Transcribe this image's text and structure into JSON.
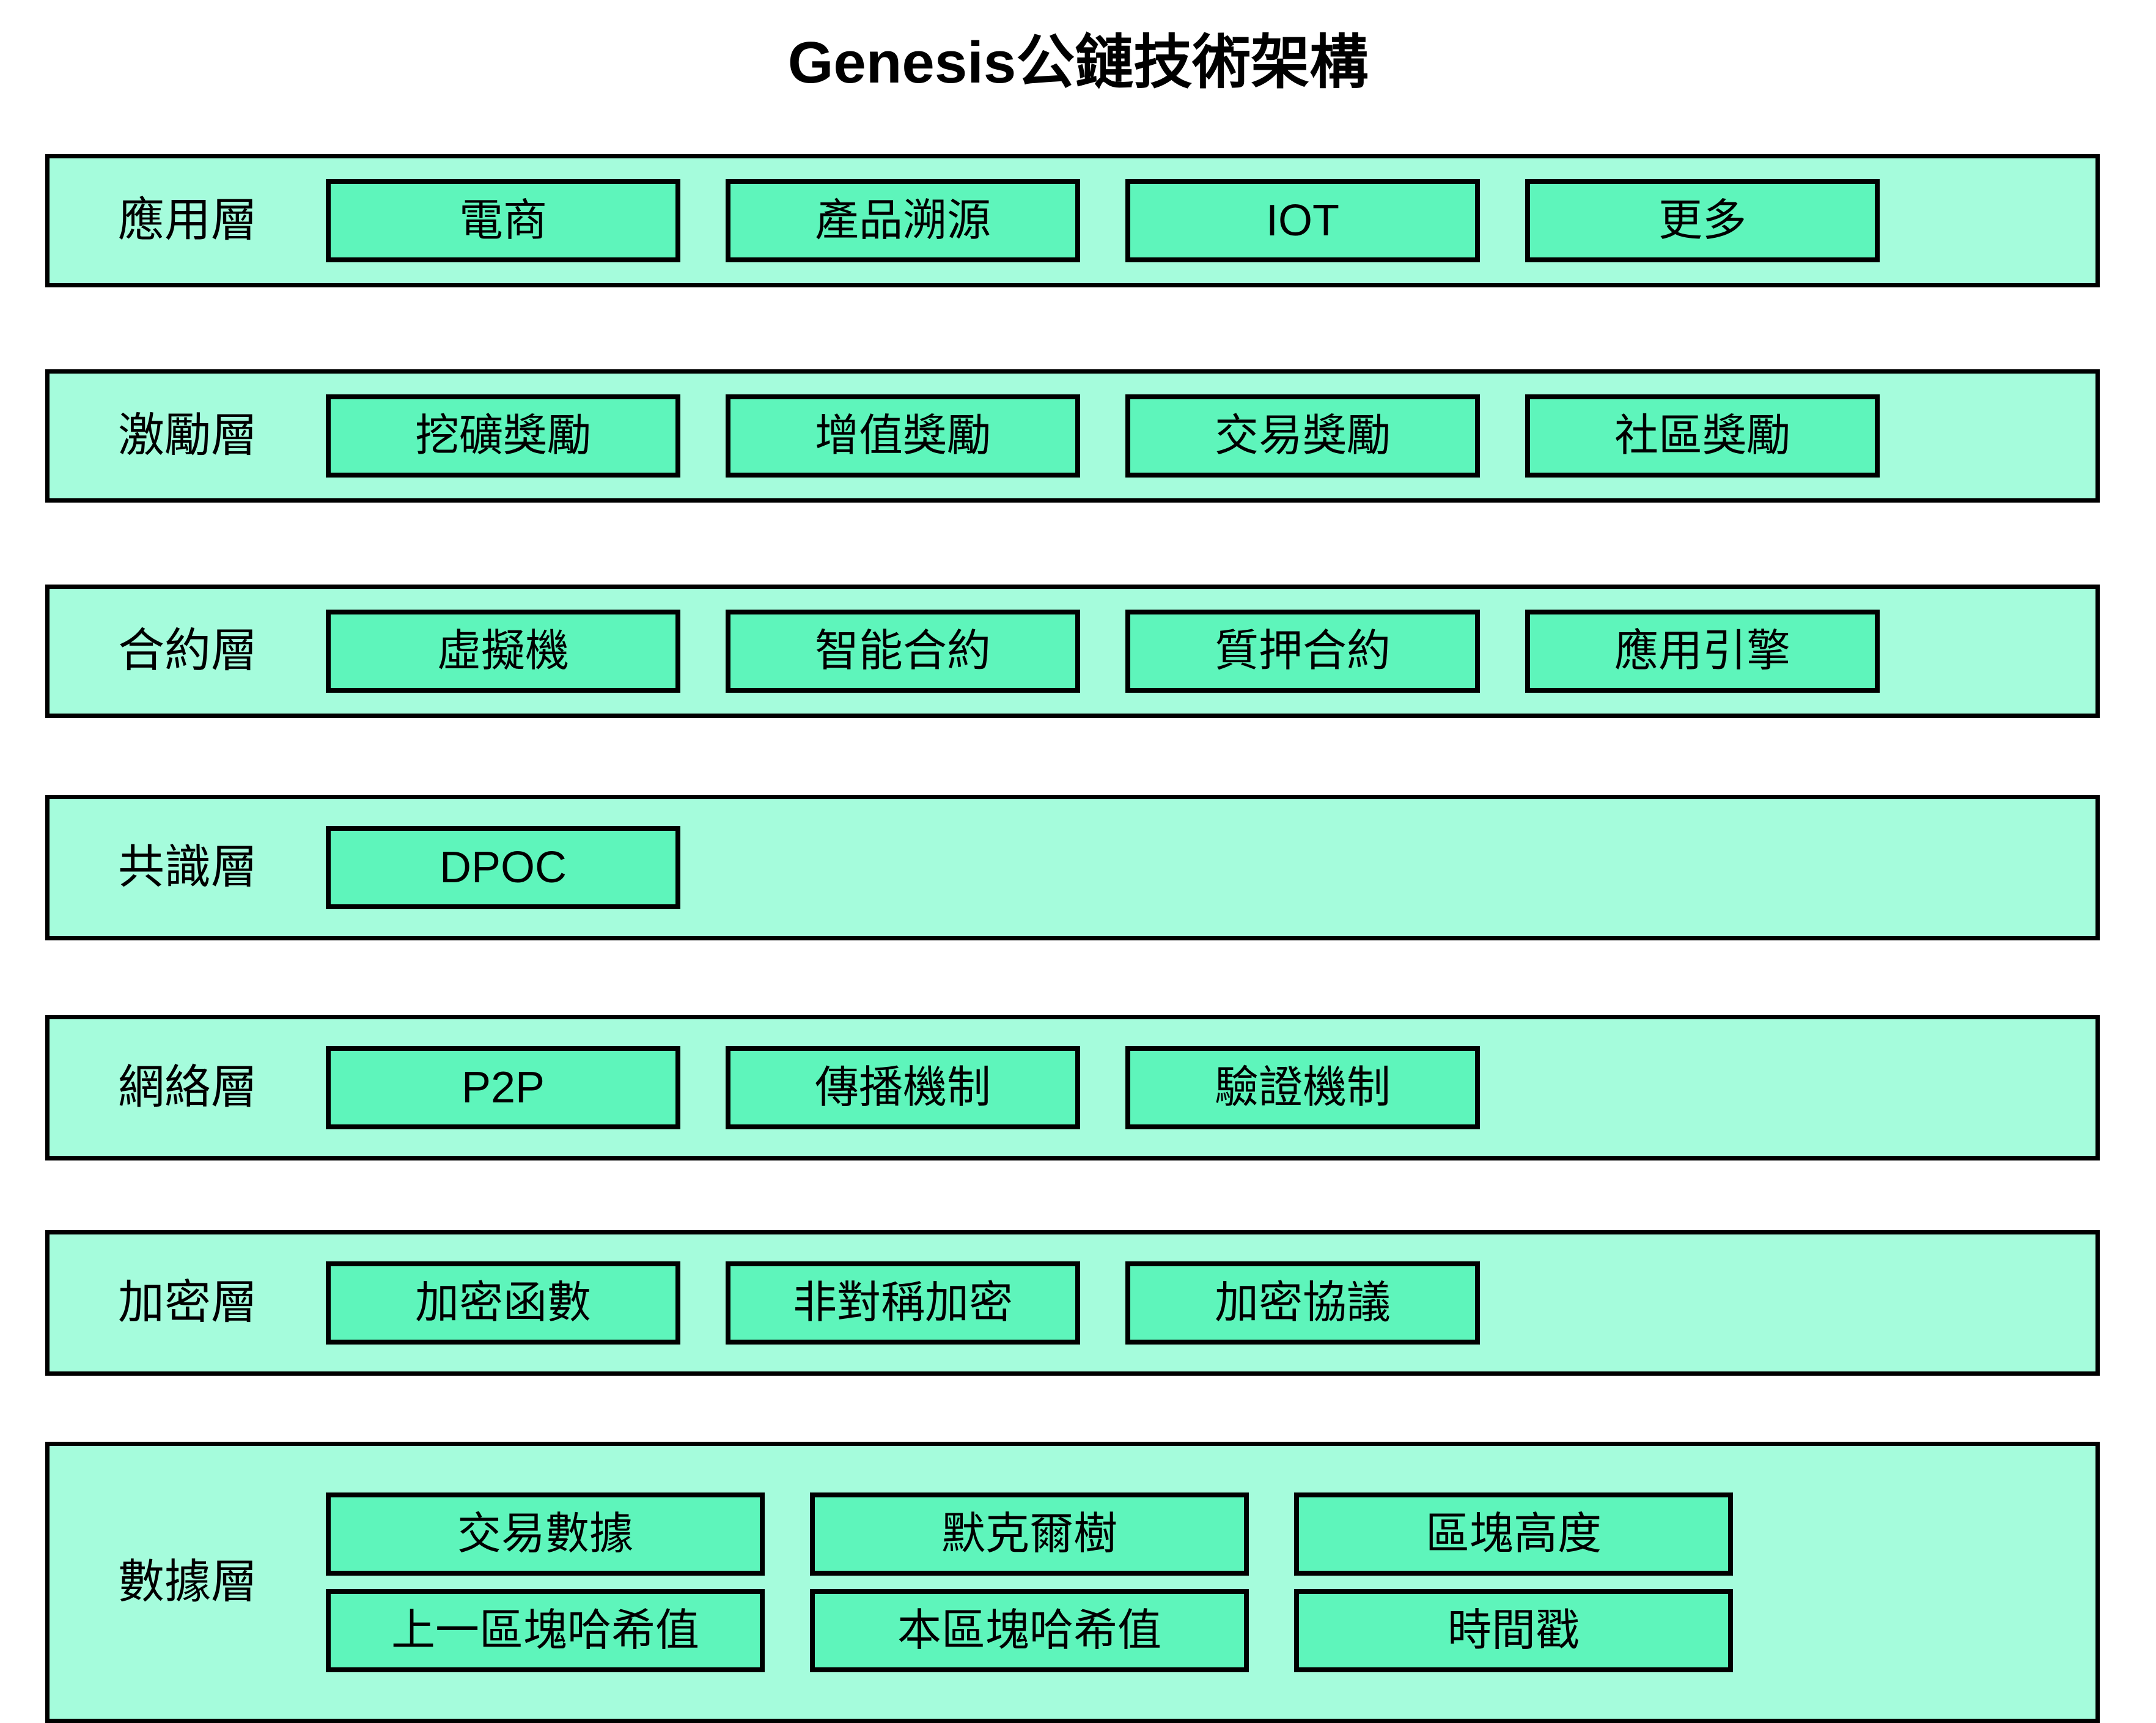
{
  "title": "Genesis公鏈技術架構",
  "colors": {
    "band_fill": "#a5fcdc",
    "node_fill": "#5ef5bb",
    "stroke": "#000000",
    "background": "#ffffff",
    "text": "#000000"
  },
  "layers": [
    {
      "label": "應用層",
      "nodes": [
        "電商",
        "產品溯源",
        "IOT",
        "更多"
      ]
    },
    {
      "label": "激勵層",
      "nodes": [
        "挖礦獎勵",
        "增值獎勵",
        "交易獎勵",
        "社區獎勵"
      ]
    },
    {
      "label": "合約層",
      "nodes": [
        "虛擬機",
        "智能合約",
        "質押合約",
        "應用引擎"
      ]
    },
    {
      "label": "共識層",
      "nodes": [
        "DPOC"
      ]
    },
    {
      "label": "網絡層",
      "nodes": [
        "P2P",
        "傳播機制",
        "驗證機制"
      ]
    },
    {
      "label": "加密層",
      "nodes": [
        "加密函數",
        "非對稱加密",
        "加密協議"
      ]
    },
    {
      "label": "數據層",
      "rows": [
        [
          "交易數據",
          "默克爾樹",
          "區塊高度"
        ],
        [
          "上一區塊哈希值",
          "本區塊哈希值",
          "時間戳"
        ]
      ]
    }
  ]
}
